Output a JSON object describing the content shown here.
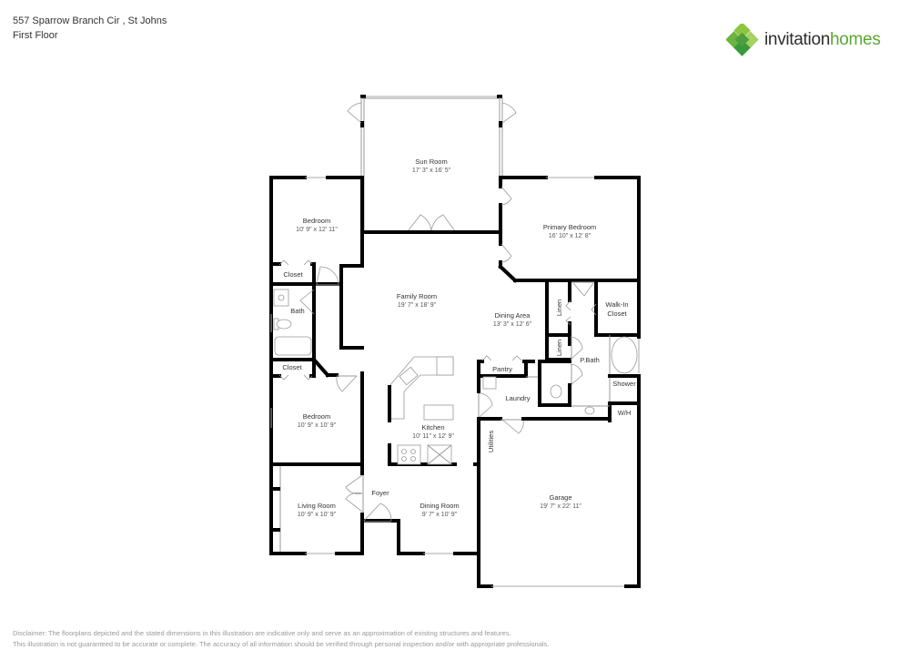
{
  "header": {
    "address": "557 Sparrow Branch Cir , St Johns",
    "floor": "First Floor"
  },
  "brand": {
    "name_part1": "invitation",
    "name_part2": "homes",
    "logo_icon": "green-diamond-cluster-icon",
    "colors": {
      "dark_text": "#2d2d2d",
      "green_text": "#5aa832",
      "leaf_light": "#8cc63f",
      "leaf_dark": "#3a9a3a"
    }
  },
  "rooms": {
    "sun_room": {
      "name": "Sun Room",
      "dims": "17' 3\" x 16' 5\""
    },
    "bedroom_1": {
      "name": "Bedroom",
      "dims": "10' 9\" x 12' 11\""
    },
    "primary_bedroom": {
      "name": "Primary Bedroom",
      "dims": "16' 10\" x 12' 8\""
    },
    "closet_1": {
      "name": "Closet"
    },
    "bath": {
      "name": "Bath"
    },
    "family_room": {
      "name": "Family Room",
      "dims": "19' 7\" x 18' 9\""
    },
    "dining_area": {
      "name": "Dining Area",
      "dims": "13' 3\" x 12' 6\""
    },
    "linen_1": {
      "name": "Linen"
    },
    "linen_2": {
      "name": "Linen"
    },
    "walk_in_closet": {
      "name": "Walk-In",
      "name2": "Closet"
    },
    "closet_2": {
      "name": "Closet"
    },
    "pantry": {
      "name": "Pantry"
    },
    "p_bath": {
      "name": "P.Bath"
    },
    "shower": {
      "name": "Shower"
    },
    "laundry": {
      "name": "Laundry"
    },
    "wh": {
      "name": "W/H"
    },
    "bedroom_2": {
      "name": "Bedroom",
      "dims": "10' 9\" x 10' 9\""
    },
    "kitchen": {
      "name": "Kitchen",
      "dims": "10' 11\" x 12' 9\""
    },
    "utilities": {
      "name": "Utilities"
    },
    "garage": {
      "name": "Garage",
      "dims": "19' 7\" x 22' 11\""
    },
    "foyer": {
      "name": "Foyer"
    },
    "living_room": {
      "name": "Living Room",
      "dims": "10' 9\" x 10' 9\""
    },
    "dining_room": {
      "name": "Dining Room",
      "dims": "9' 7\" x 10' 9\""
    }
  },
  "disclaimer": {
    "line1": "Disclaimer: The floorplans depicted and the stated dimensions in this illustration are indicative only and serve as an approximation of existing structures and features.",
    "line2": "This illustration is not guaranteed to be accurate or complete. The accuracy of all information should be verified through personal inspection and/or with appropriate professionals."
  }
}
